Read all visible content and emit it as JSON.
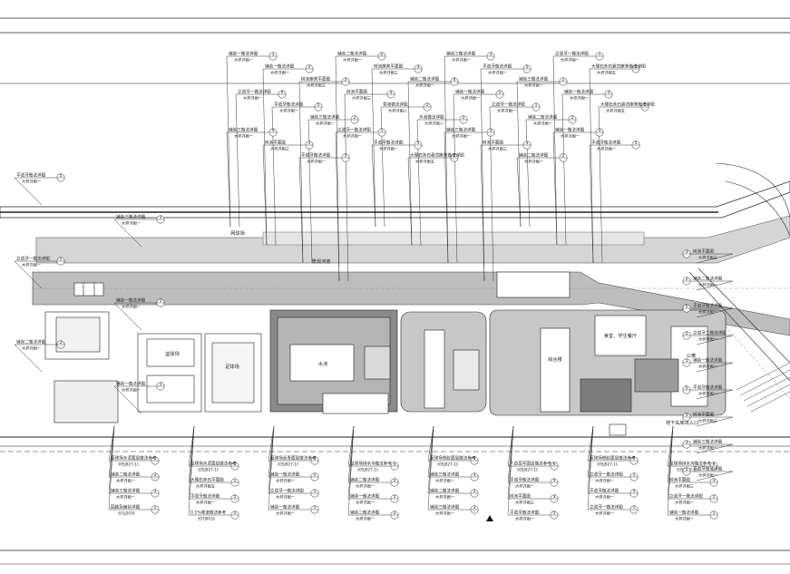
{
  "drawing": {
    "building_labels": [
      {
        "id": "west-court",
        "text": "篮球场"
      },
      {
        "id": "small-court",
        "text": "足球场"
      },
      {
        "id": "plaza",
        "text": "水池"
      },
      {
        "id": "east-block-a",
        "text": "综合楼"
      },
      {
        "id": "east-block-b",
        "text": "食堂、学生餐厅"
      },
      {
        "id": "east-block-c",
        "text": "公寓"
      },
      {
        "id": "road-label",
        "text": "网球场"
      },
      {
        "id": "river-label",
        "text": "景观河道"
      },
      {
        "id": "entry-label",
        "text": "地下车库出入口"
      }
    ],
    "callouts_top": [
      {
        "t": "铺装一做法详图",
        "s": "大样详图一",
        "n": "1"
      },
      {
        "t": "铺装一做法详图",
        "s": "大样详图一",
        "n": "2"
      },
      {
        "t": "树池座凳平面图",
        "s": "大样详图三",
        "n": "3"
      },
      {
        "t": "铺装二做法详图",
        "s": "大样详图一",
        "n": "2"
      },
      {
        "t": "树池座凳平面图",
        "s": "大样详图三",
        "n": "3"
      },
      {
        "t": "铺装二做法详图",
        "s": "大样详图一",
        "n": "4"
      },
      {
        "t": "铺装三做法详图",
        "s": "大样详图一",
        "n": "3"
      },
      {
        "t": "平道牙做法详图",
        "s": "大样详图一",
        "n": "5"
      },
      {
        "t": "铺装三做法详图",
        "s": "大样详图一",
        "n": "2"
      },
      {
        "t": "立道牙一做法详图",
        "s": "大样详图一",
        "n": "1"
      },
      {
        "t": "大理石条石靠背座凳做法详图",
        "s": "大样详图五",
        "n": "1"
      },
      {
        "t": "立道牙一做法详图",
        "s": "大样详图一",
        "n": "4"
      },
      {
        "t": "平道牙做法详图",
        "s": "大样详图一",
        "n": "5"
      },
      {
        "t": "铺装三做法详图",
        "s": "大样详图一",
        "n": "2"
      },
      {
        "t": "树池平面图",
        "s": "大样详图三",
        "n": "3"
      },
      {
        "t": "景墙做法详图",
        "s": "大样详图八",
        "n": "2"
      },
      {
        "t": "水池做法详图",
        "s": "大样详图八",
        "n": "1"
      },
      {
        "t": "铺装一做法详图",
        "s": "大样详图一",
        "n": "1"
      },
      {
        "t": "立道牙一做法详图",
        "s": "大样详图一",
        "n": "1"
      },
      {
        "t": "铺装二做法详图",
        "s": "大样详图一",
        "n": "2"
      },
      {
        "t": "铺装一做法详图",
        "s": "大样详图一",
        "n": "3"
      },
      {
        "t": "大理石条石靠背座凳做法详图",
        "s": "大样详图五",
        "n": "1"
      },
      {
        "t": "铺装三做法详图",
        "s": "大样详图一",
        "n": "4"
      },
      {
        "t": "树池平面图",
        "s": "大样详图三",
        "n": "3"
      },
      {
        "t": "平道牙做法详图",
        "s": "大样详图一",
        "n": "5"
      },
      {
        "t": "立道牙一做法详图",
        "s": "大样详图一",
        "n": "1"
      },
      {
        "t": "平道牙做法详图",
        "s": "大样详图一",
        "n": "5"
      },
      {
        "t": "大理石条石靠背座凳做法详图",
        "s": "大样详图五",
        "n": "2"
      },
      {
        "t": "铺装三做法详图",
        "s": "大样详图一",
        "n": "3"
      },
      {
        "t": "树池平面图",
        "s": "大样详图三",
        "n": "3"
      },
      {
        "t": "铺装二做法详图",
        "s": "大样详图一",
        "n": "2"
      },
      {
        "t": "铺装一做法详图",
        "s": "大样详图一",
        "n": "1"
      },
      {
        "t": "平道牙做法详图",
        "s": "大样详图一",
        "n": "5"
      }
    ],
    "callouts_left": [
      {
        "t": "平道牙做法详图",
        "s": "大样详图一",
        "n": "5"
      },
      {
        "t": "铺装三做法详图",
        "s": "大样详图一",
        "n": "3"
      },
      {
        "t": "立道牙一做法详图",
        "s": "大样详图一",
        "n": "1"
      },
      {
        "t": "铺装一做法详图",
        "s": "大样详图一",
        "n": "1"
      },
      {
        "t": "铺装二做法详图",
        "s": "大样详图一",
        "n": "2"
      },
      {
        "t": "铺装一做法详图",
        "s": "大样详图一",
        "n": "1"
      }
    ],
    "callouts_bottom": [
      {
        "t": "篮球场水泥面层做法参考",
        "s": "《05J927-1》",
        "n": "1"
      },
      {
        "t": "篮球场水泥面层做法参考",
        "s": "《05J927-1》",
        "n": "2"
      },
      {
        "t": "篮球场沥青面层做法参考",
        "s": "《05J927-1》",
        "n": "3"
      },
      {
        "t": "篮球场排水沟做法参考",
        "s": "《05J927-1》",
        "n": "4"
      },
      {
        "t": "足球场塑胶面层做法参考",
        "s": "《05J927-1》",
        "n": "5"
      },
      {
        "t": "人造草坪面层做法参考",
        "s": "《05J927-1》",
        "n": "6"
      },
      {
        "t": "足球场塑胶面层做法参考",
        "s": "《05J927-1》",
        "n": "7"
      },
      {
        "t": "足球场排水沟做法参考",
        "s": "《05J927-1》",
        "n": "8"
      },
      {
        "t": "铺装二做法详图",
        "s": "大样详图一",
        "n": "2"
      },
      {
        "t": "大理石条石平面图",
        "s": "大样详图五",
        "n": "1"
      },
      {
        "t": "铺装一做法详图",
        "s": "大样详图一",
        "n": "1"
      },
      {
        "t": "铺装二做法详图",
        "s": "大样详图一",
        "n": "2"
      },
      {
        "t": "铺装三做法详图",
        "s": "大样详图一",
        "n": "3"
      },
      {
        "t": "平道牙做法详图",
        "s": "大样详图一",
        "n": "5"
      },
      {
        "t": "立道牙一做法详图",
        "s": "大样详图一",
        "n": "1"
      },
      {
        "t": "树池平面图",
        "s": "大样详图三",
        "n": "3"
      },
      {
        "t": "铺装三做法详图",
        "s": "大样详图一",
        "n": "3"
      },
      {
        "t": "平道牙做法详图",
        "s": "大样详图一",
        "n": "5"
      },
      {
        "t": "立道牙一做法详图",
        "s": "大样详图一",
        "n": "1"
      },
      {
        "t": "铺装一做法详图",
        "s": "大样详图一",
        "n": "1"
      },
      {
        "t": "铺装二做法详图",
        "s": "大样详图一",
        "n": "2"
      },
      {
        "t": "树池平面图",
        "s": "大样详图三",
        "n": "3"
      },
      {
        "t": "平道牙做法详图",
        "s": "大样详图一",
        "n": "5"
      },
      {
        "t": "立道牙一做法详图",
        "s": "大样详图一",
        "n": "1"
      },
      {
        "t": "园路及铺装详图",
        "s": "《01J203》",
        "n": "1"
      },
      {
        "t": "0.1%坡道做法参考",
        "s": "《07J003》",
        "n": "2"
      },
      {
        "t": "铺装一做法详图",
        "s": "大样详图一",
        "n": "1"
      },
      {
        "t": "铺装二做法详图",
        "s": "大样详图一",
        "n": "2"
      },
      {
        "t": "铺装三做法详图",
        "s": "大样详图一",
        "n": "3"
      },
      {
        "t": "平道牙做法详图",
        "s": "大样详图一",
        "n": "5"
      },
      {
        "t": "立道牙一做法详图",
        "s": "大样详图一",
        "n": "1"
      },
      {
        "t": "铺装一做法详图",
        "s": "大样详图一",
        "n": "1"
      }
    ],
    "callouts_right": [
      {
        "t": "树池平面图",
        "s": "大样详图三",
        "n": "3"
      },
      {
        "t": "铺装二做法详图",
        "s": "大样详图一",
        "n": "2"
      },
      {
        "t": "平道牙做法详图",
        "s": "大样详图一",
        "n": "5"
      },
      {
        "t": "立道牙二做法详图",
        "s": "大样详图一",
        "n": "2"
      },
      {
        "t": "铺装一做法详图",
        "s": "大样详图一",
        "n": "1"
      },
      {
        "t": "平道牙做法详图",
        "s": "大样详图一",
        "n": "5"
      },
      {
        "t": "树池平面图",
        "s": "大样详图三",
        "n": "3"
      },
      {
        "t": "铺装三做法详图",
        "s": "大样详图一",
        "n": "3"
      },
      {
        "t": "平道牙做法详图",
        "s": "大样详图一",
        "n": "5"
      }
    ],
    "colors": {
      "line": "#1a1a1a",
      "paving": "#c6c6c6",
      "dark_paving": "#7d7d7d",
      "road": "#d9d9d9"
    }
  }
}
